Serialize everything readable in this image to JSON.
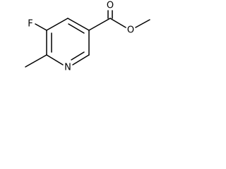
{
  "molecule": {
    "atoms": {
      "fluorine": "F",
      "nitrogen": "N",
      "carbonyl_oxygen": "O",
      "ester_oxygen": "O"
    }
  }
}
